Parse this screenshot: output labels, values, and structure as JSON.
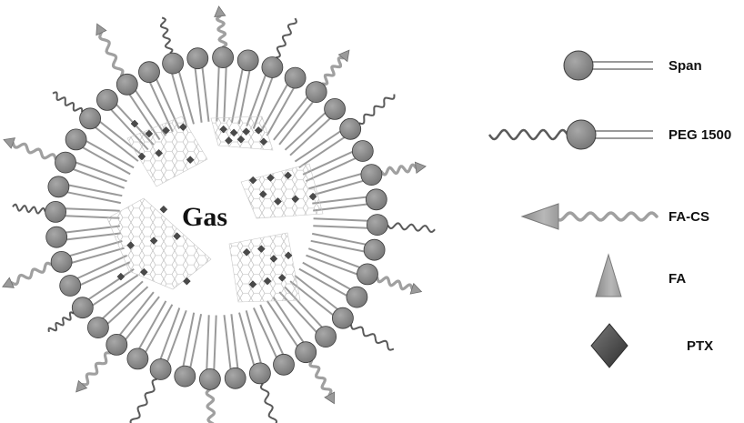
{
  "diagram": {
    "core_label": "Gas"
  },
  "legend": {
    "items": [
      {
        "label": "Span",
        "icon": "span-lipid-icon"
      },
      {
        "label": "PEG 1500",
        "icon": "peg-lipid-icon"
      },
      {
        "label": "FA-CS",
        "icon": "fa-cs-arrow-icon"
      },
      {
        "label": "FA",
        "icon": "fa-triangle-icon"
      },
      {
        "label": "PTX",
        "icon": "ptx-diamond-icon"
      }
    ]
  },
  "colors": {
    "head": "#8c8c8c",
    "head_stroke": "#3c3c3c",
    "tail": "#9a9a9a",
    "peg": "#5a5a5a",
    "fa_cs": "#a0a0a0",
    "ptx": "#4a4a4a",
    "sheet": "#b5b5b5"
  }
}
